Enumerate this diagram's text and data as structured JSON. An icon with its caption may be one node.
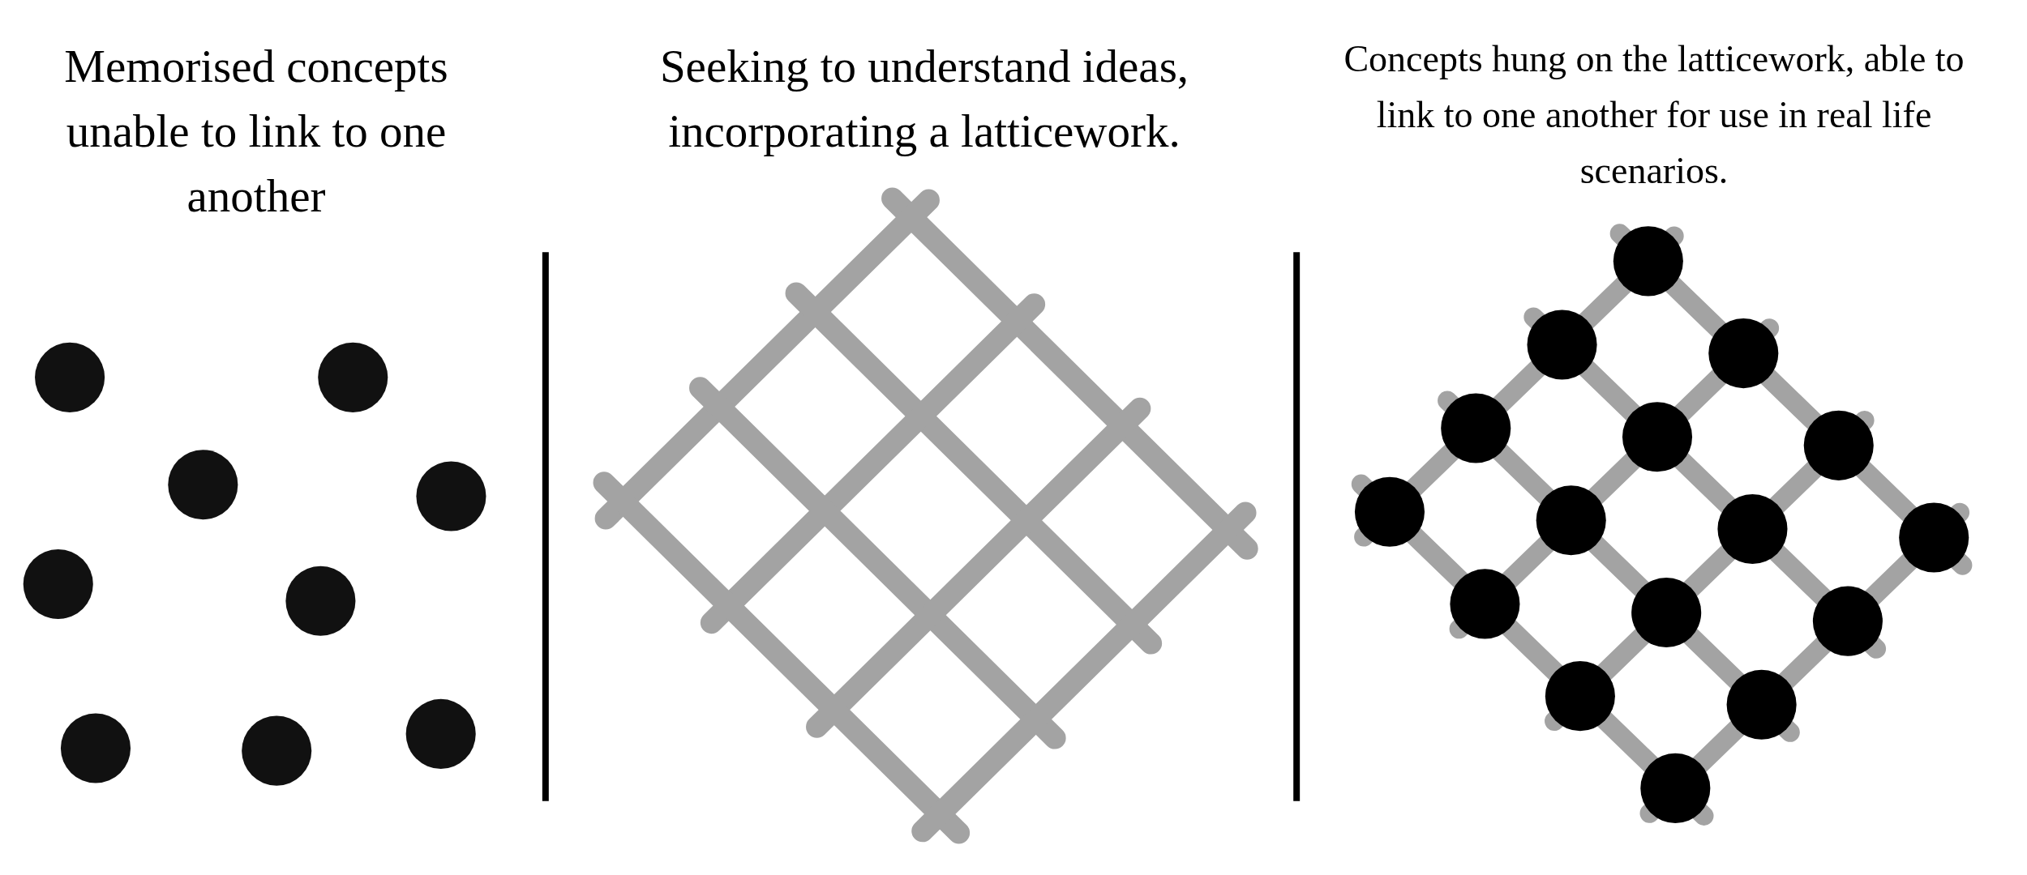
{
  "diagram": {
    "labels": [
      "Memorised concepts unable to link to one another",
      "Seeking to understand ideas, incorporating a latticework.",
      "Concepts hung on the latticework, able to link to one another for use in real life scenarios."
    ]
  }
}
